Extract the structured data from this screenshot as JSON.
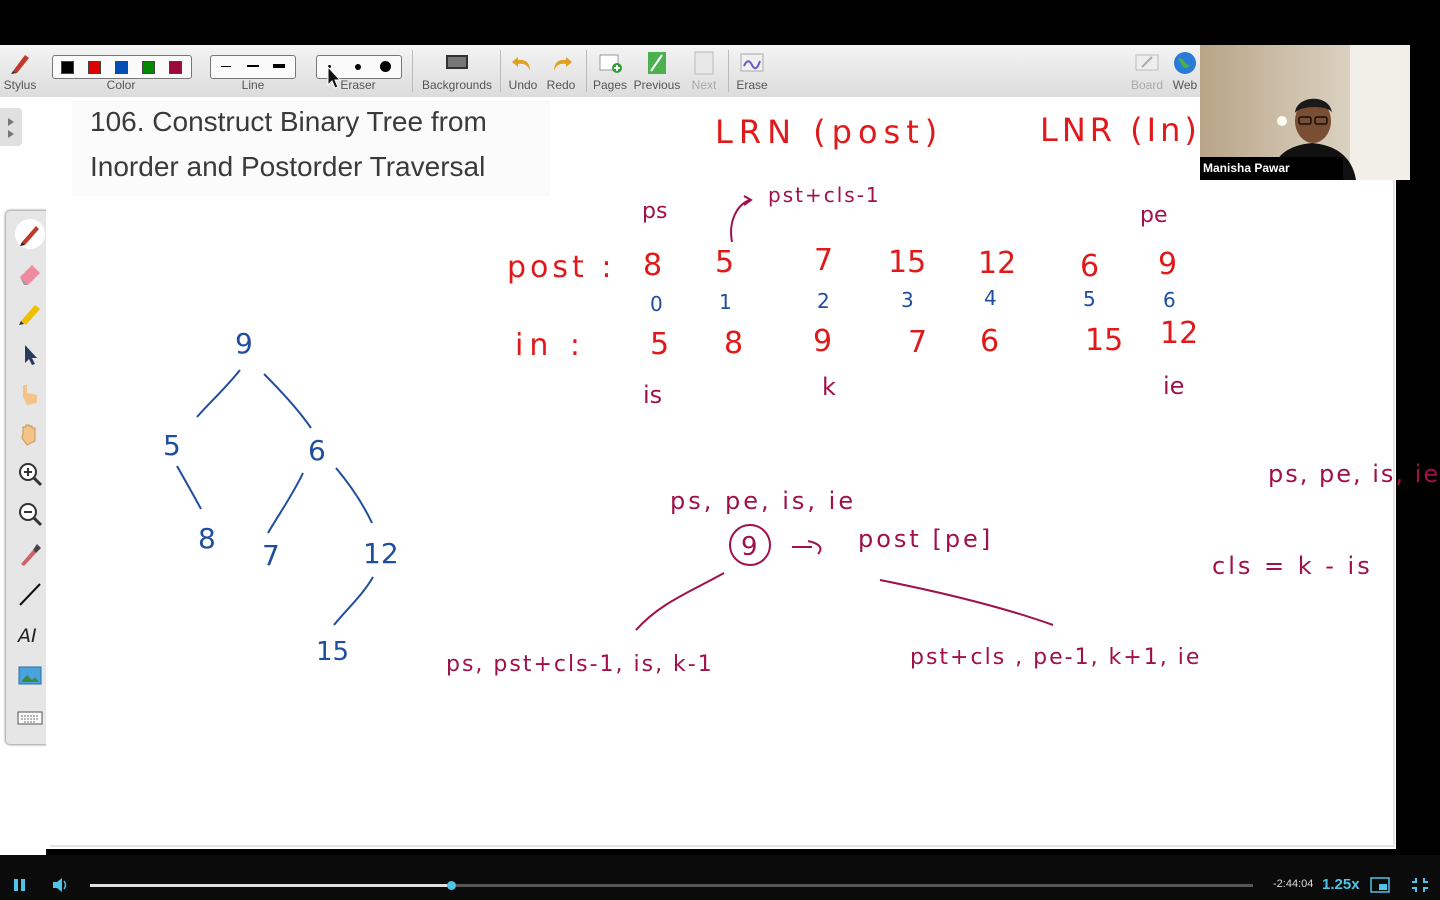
{
  "toolbar": {
    "stylus_label": "Stylus",
    "color_label": "Color",
    "line_label": "Line",
    "eraser_label": "Eraser",
    "backgrounds_label": "Backgrounds",
    "undo_label": "Undo",
    "redo_label": "Redo",
    "pages_label": "Pages",
    "previous_label": "Previous",
    "next_label": "Next",
    "erase_label": "Erase",
    "board_label": "Board",
    "web_label": "Web",
    "colors": [
      "#000000",
      "#e00000",
      "#0050b4",
      "#008a00",
      "#9a0a3a"
    ]
  },
  "page": {
    "title_line1": "106. Construct Binary Tree from",
    "title_line2": "Inorder and Postorder Traversal"
  },
  "handwriting": {
    "lrn_post": "LRN (post)",
    "lnr_in": "LNR (In)",
    "ps": "ps",
    "pe": "pe",
    "pst_note": "pst+cls-1",
    "post_label": "post :",
    "post_values": [
      "8",
      "5",
      "7",
      "15",
      "12",
      "6",
      "9"
    ],
    "indices": [
      "0",
      "1",
      "2",
      "3",
      "4",
      "5",
      "6"
    ],
    "in_label": "in :",
    "in_values": [
      "5",
      "8",
      "9",
      "7",
      "6",
      "15",
      "12"
    ],
    "is": "is",
    "k": "k",
    "ie": "ie",
    "tree_nodes": [
      "9",
      "5",
      "6",
      "8",
      "7",
      "12",
      "15"
    ],
    "params": "ps, pe, is, ie",
    "root_node": "9",
    "arrow_text": "post [pe]",
    "left_call": "ps, pst+cls-1, is, k-1",
    "right_call": "pst+cls , pe-1, k+1, ie",
    "side_params": "ps, pe, is, ie",
    "cls_formula": "cls = k - is"
  },
  "video": {
    "presenter_name": "Manisha Pawar"
  },
  "player": {
    "time_remaining": "-2:44:04",
    "speed": "1.25x",
    "progress": 0.31
  }
}
